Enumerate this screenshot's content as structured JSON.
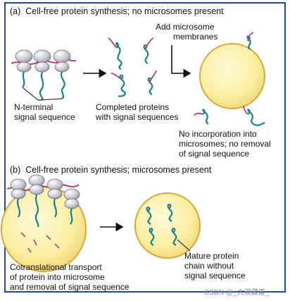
{
  "panel_a": {
    "heading": "(a)  Cell-free protein synthesis; no microsomes present",
    "signal_label_line1": "N-terminal",
    "signal_label_line2": "signal sequence",
    "completed_line1": "Completed proteins",
    "completed_line2": "with signal sequences",
    "add_line1": "Add microsome",
    "add_line2": "membranes",
    "result_line1": "No incorporation into",
    "result_line2": "microsomes; no removal",
    "result_line3": "of signal sequence"
  },
  "panel_b": {
    "heading": "(b)  Cell-free protein synthesis; microsomes present",
    "transport_line1": "Cotranslational transport",
    "transport_line2": "of protein into microsome",
    "transport_line3": "and removal of signal sequence",
    "mature_line1": "Mature protein",
    "mature_line2": "chain without",
    "mature_line3": "signal sequence"
  },
  "watermark": "CSDN @_大漠藏匿_",
  "colors": {
    "frame": "#1f4aa8",
    "microsome_fill": "#fbeea0",
    "microsome_edge": "#d9a83a",
    "protein_chain": "#17808f",
    "signal_sequence": "#b0407a",
    "mrna": "#b0407a",
    "ribosome": "#b8b8c0"
  }
}
